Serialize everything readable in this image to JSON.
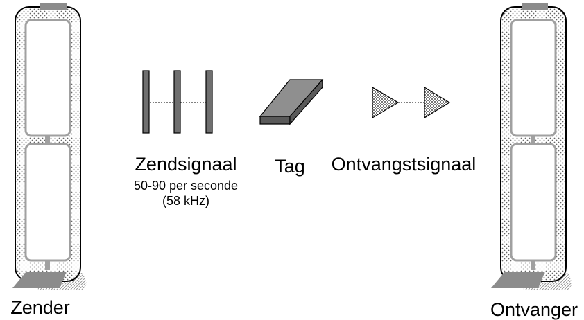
{
  "labels": {
    "transmitter": "Zender",
    "receiver": "Ontvanger",
    "transmit_signal": "Zendsignaal",
    "transmit_rate": "50-90 per seconde",
    "transmit_freq": "(58 kHz)",
    "tag": "Tag",
    "receive_signal": "Ontvangstsignaal"
  },
  "colors": {
    "pillar_stipple": "#bdbdbd",
    "pillar_panel": "#ffffff",
    "frame_gray": "#a0a0a0",
    "bar_fill": "#6f6f6f",
    "tag_top": "#8f8f8f",
    "tag_side": "#5a5a5a",
    "base_gray": "#8c8c8c",
    "outline": "#000000"
  }
}
